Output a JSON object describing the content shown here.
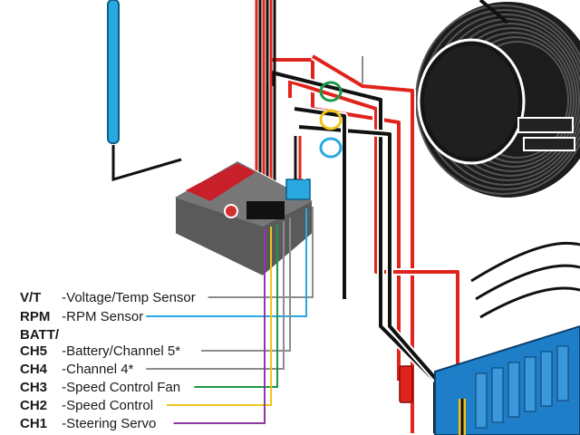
{
  "colors": {
    "vt": "#8c8c8c",
    "rpm": "#29a9e0",
    "ch5": "#8c8c8c",
    "ch4": "#8c8c8c",
    "ch3": "#1a9a4a",
    "ch2": "#f0c419",
    "ch1": "#8e3aa0",
    "wire_red": "#e0231b",
    "wire_black": "#111111",
    "receiver_body": "#6a6a6a",
    "esc_blue": "#1e7fc8"
  },
  "labels": [
    {
      "id": "vt",
      "code": "V/T",
      "text": "Voltage/Temp Sensor"
    },
    {
      "id": "rpm",
      "code": "RPM",
      "text": "RPM Sensor"
    },
    {
      "id": "batt",
      "code": "BATT/",
      "text": ""
    },
    {
      "id": "ch5",
      "code": "CH5",
      "text": "Battery/Channel 5*"
    },
    {
      "id": "ch4",
      "code": "CH4",
      "text": "Channel 4*"
    },
    {
      "id": "ch3",
      "code": "CH3",
      "text": "Speed Control Fan"
    },
    {
      "id": "ch2",
      "code": "CH2",
      "text": "Speed Control"
    },
    {
      "id": "ch1",
      "code": "CH1",
      "text": "Steering Servo"
    }
  ],
  "separator": " -"
}
